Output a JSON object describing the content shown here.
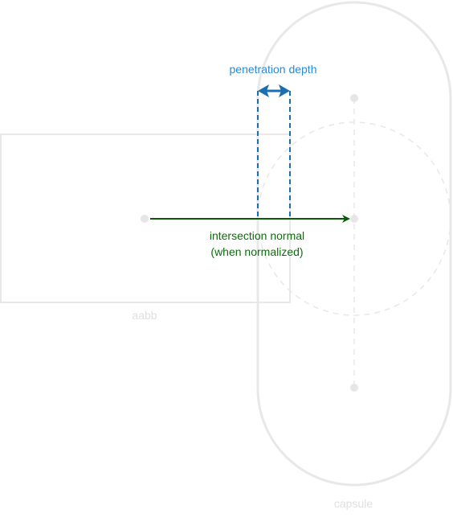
{
  "labels": {
    "penetration_depth": "penetration depth",
    "intersection_normal_line1": "intersection normal",
    "intersection_normal_line2": "(when normalized)",
    "aabb": "aabb",
    "capsule": "capsule"
  },
  "colors": {
    "shape_outline": "#e8e8e8",
    "shape_dashed": "#e8e8e8",
    "shape_label": "#e0e0e0",
    "center_dot": "#e6e6e6",
    "depth_blue": "#1a6fb0",
    "depth_label": "#2b8ad4",
    "normal_green": "#0a5a0a",
    "normal_label": "#0b6e0b"
  }
}
